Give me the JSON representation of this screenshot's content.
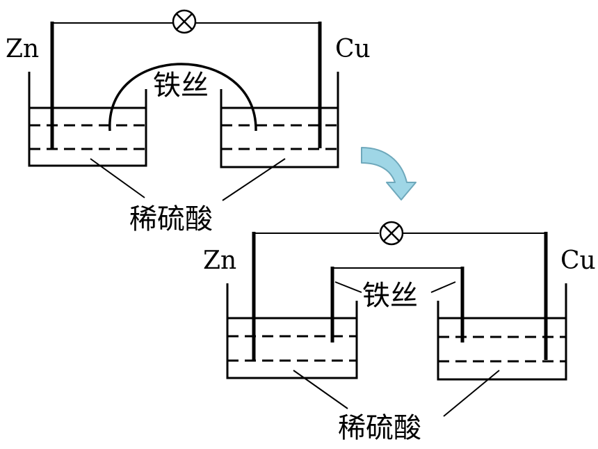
{
  "top_setup": {
    "left_electrode": "Zn",
    "right_electrode": "Cu",
    "wire_label": "铁丝",
    "solution_label": "稀硫酸"
  },
  "bottom_setup": {
    "left_electrode": "Zn",
    "right_electrode": "Cu",
    "wire_label": "铁丝",
    "solution_label": "稀硫酸"
  },
  "transition_arrow": {
    "icon": "curved-arrow-icon",
    "color": "#9fd6e6",
    "stroke": "#6ea8bb"
  },
  "meter": {
    "icon": "lamp-icon"
  }
}
